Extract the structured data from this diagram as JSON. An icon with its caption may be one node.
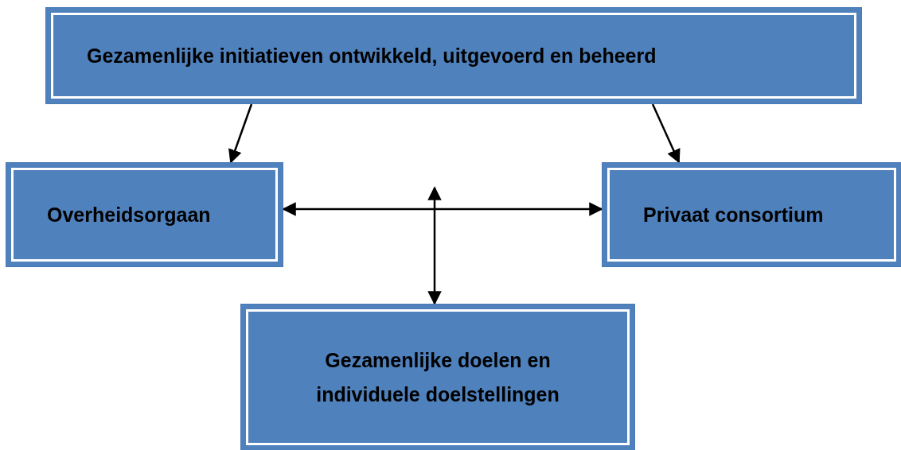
{
  "diagram": {
    "nodes": [
      {
        "text": [
          "Gezamenlijke initiatieven ontwikkeld, uitgevoerd en beheerd"
        ]
      },
      {
        "text": [
          "Overheidsorgaan"
        ]
      },
      {
        "text": [
          "Privaat consortium"
        ]
      },
      {
        "text": [
          "Gezamenlijke doelen en individuele doelstellingen"
        ]
      }
    ],
    "edges": [
      {
        "from": 0,
        "to": 1,
        "arrow": "to"
      },
      {
        "from": 0,
        "to": 2,
        "arrow": "to"
      },
      {
        "from": 1,
        "to": 2,
        "arrow": "both"
      },
      {
        "from": null,
        "to": 3,
        "arrow": "both"
      }
    ]
  }
}
